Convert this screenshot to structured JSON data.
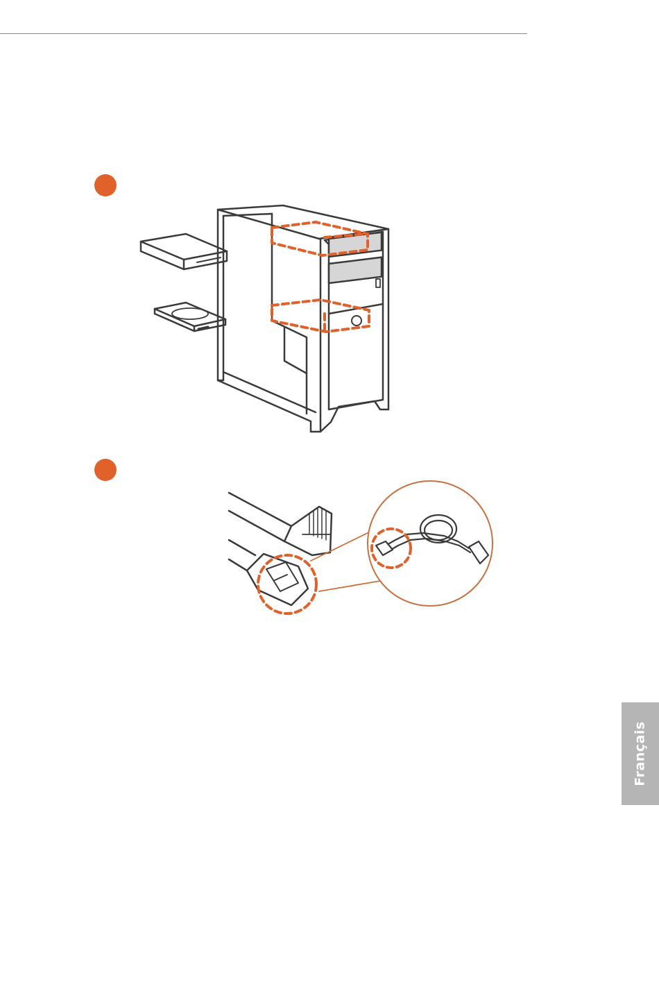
{
  "side_tab": {
    "label": "Français"
  },
  "colors": {
    "accent": "#e0622a",
    "line": "#3a3a3a",
    "rule": "#8a8a8a",
    "tab_bg": "#b5b5b5",
    "bay_fill": "#d6d6d6"
  },
  "figures": [
    {
      "id": "case-drive-bays",
      "icon": "pc-tower-with-drive-bays-illustration"
    },
    {
      "id": "sata-cable",
      "icon": "sata-cable-connector-illustration"
    }
  ]
}
